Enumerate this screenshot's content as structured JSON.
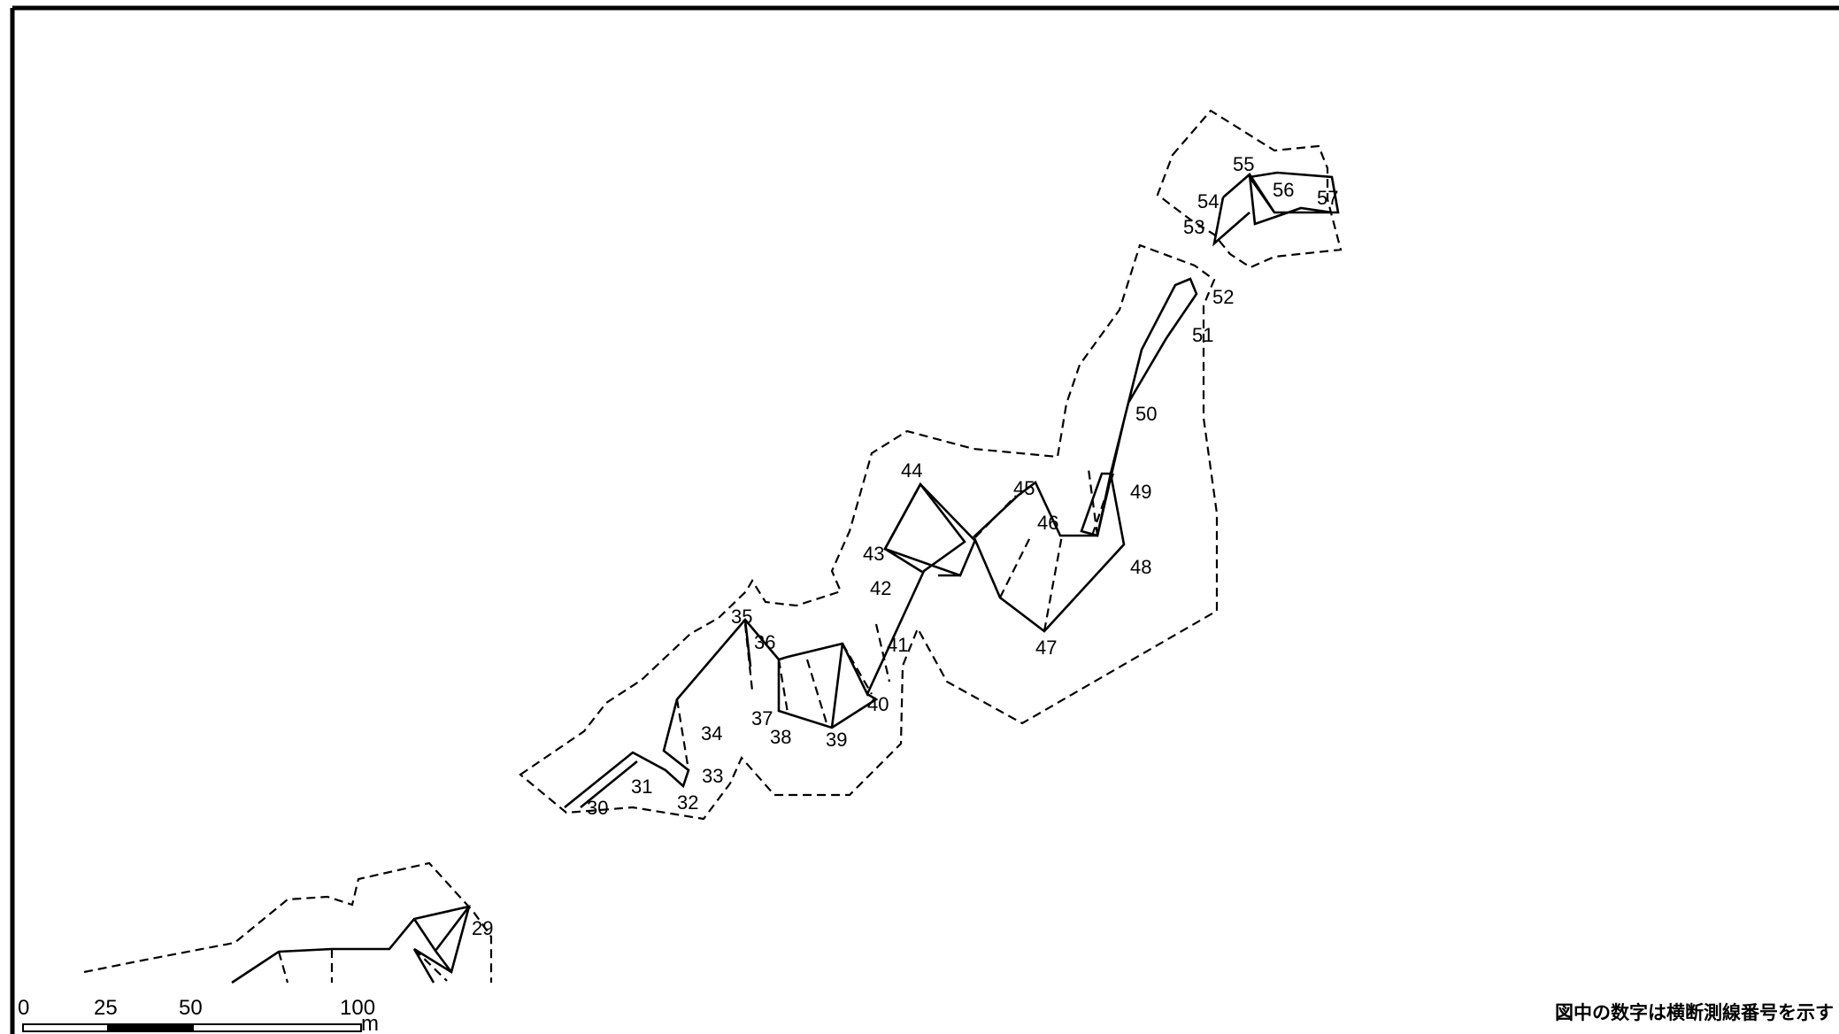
{
  "map": {
    "section_labels": [
      "29",
      "30",
      "31",
      "32",
      "33",
      "34",
      "35",
      "36",
      "37",
      "38",
      "39",
      "40",
      "41",
      "42",
      "43",
      "44",
      "45",
      "46",
      "47",
      "48",
      "49",
      "50",
      "51",
      "52",
      "53",
      "54",
      "55",
      "56",
      "57"
    ],
    "scale_bar": {
      "ticks": [
        "0",
        "25",
        "50",
        "100"
      ],
      "unit": "m"
    },
    "note": "図中の数字は横断測線番号を示す"
  },
  "colors": {
    "line": "#000000",
    "background": "#ffffff",
    "frame": "#000000"
  }
}
